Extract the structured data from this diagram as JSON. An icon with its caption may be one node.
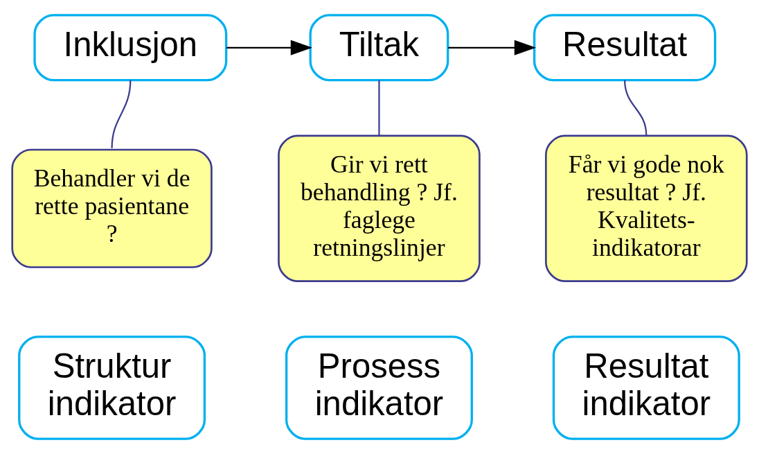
{
  "diagram": {
    "nodes": [
      {
        "text": [
          "Inklusjon"
        ]
      },
      {
        "text": [
          "Tiltak"
        ]
      },
      {
        "text": [
          "Resultat"
        ]
      },
      {
        "text": [
          "Behandler vi de rette pasientane ?"
        ]
      },
      {
        "text": [
          "Gir vi rett behandling ? Jf. faglege retningslinjer"
        ]
      },
      {
        "text": [
          "Får vi gode nok resultat ? Jf. Kvalitets- indikatorar"
        ]
      },
      {
        "text": [
          "Struktur indikator"
        ]
      },
      {
        "text": [
          "Prosess indikator"
        ]
      },
      {
        "text": [
          "Resultat indikator"
        ]
      }
    ],
    "edges": [
      {
        "from": 0,
        "to": 1,
        "arrow": "to",
        "color": "#000000"
      },
      {
        "from": 1,
        "to": 2,
        "arrow": "to",
        "color": "#000000"
      },
      {
        "from": 3,
        "to": 0,
        "arrow": "none"
      },
      {
        "from": 4,
        "to": 1,
        "arrow": "none"
      },
      {
        "from": 5,
        "to": 2,
        "arrow": "none"
      }
    ]
  }
}
